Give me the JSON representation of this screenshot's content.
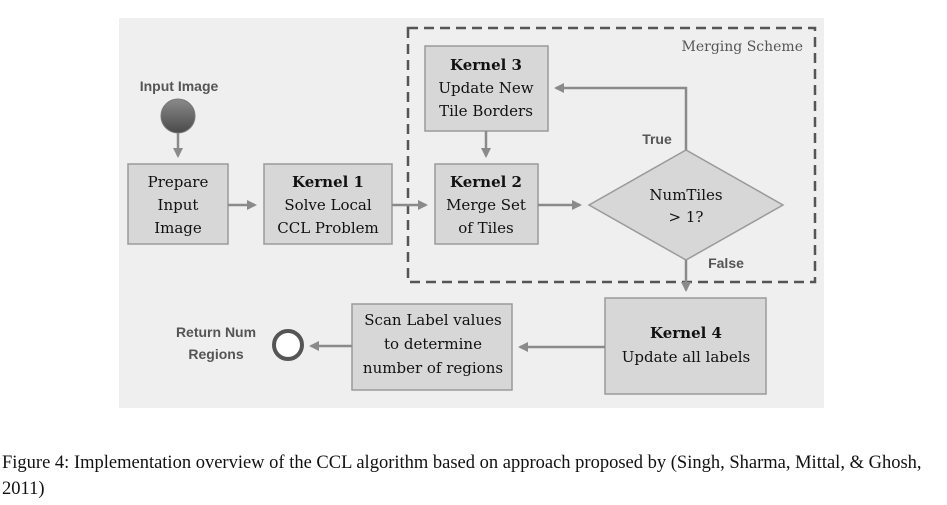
{
  "diagram": {
    "merging_scheme_label": "Merging Scheme",
    "input_label": "Input Image",
    "return_label": [
      "Return Num",
      "Regions"
    ],
    "prepare": [
      "Prepare",
      "Input",
      "Image"
    ],
    "kernel1": {
      "title": "Kernel 1",
      "lines": [
        "Solve Local",
        "CCL Problem"
      ]
    },
    "kernel2": {
      "title": "Kernel 2",
      "lines": [
        "Merge Set",
        "of Tiles"
      ]
    },
    "kernel3": {
      "title": "Kernel 3",
      "lines": [
        "Update New",
        "Tile Borders"
      ]
    },
    "kernel4": {
      "title": "Kernel 4",
      "lines": [
        "Update all labels"
      ]
    },
    "decision": [
      "NumTiles",
      "> 1?"
    ],
    "true_label": "True",
    "false_label": "False",
    "scan": [
      "Scan Label values",
      "to determine",
      "number of regions"
    ]
  },
  "caption": "Figure 4: Implementation overview of the CCL algorithm based on approach proposed by (Singh, Sharma, Mittal, & Ghosh, 2011)"
}
